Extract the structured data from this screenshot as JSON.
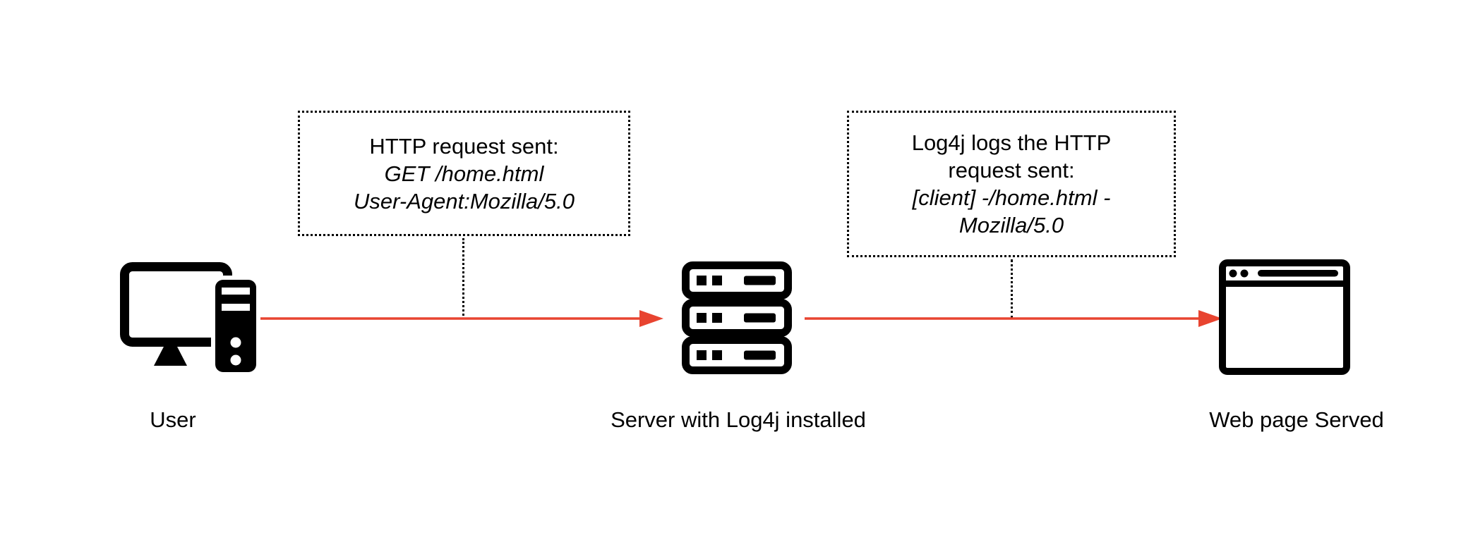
{
  "colors": {
    "icon_black": "#000000",
    "arrow_red": "#e84430",
    "background": "#ffffff"
  },
  "nodes": [
    {
      "id": "user",
      "label": "User",
      "icon": "desktop-computer-icon"
    },
    {
      "id": "server",
      "label": "Server with Log4j installed",
      "icon": "server-rack-icon"
    },
    {
      "id": "webpage",
      "label": "Web page Served",
      "icon": "browser-window-icon"
    }
  ],
  "annotations": [
    {
      "id": "http-request-note",
      "lines": [
        {
          "text": "HTTP request sent:",
          "italic": false
        },
        {
          "text": "GET /home.html",
          "italic": true
        },
        {
          "text": "User-Agent:Mozilla/5.0",
          "italic": true
        }
      ]
    },
    {
      "id": "log4j-log-note",
      "lines": [
        {
          "text": "Log4j logs the HTTP",
          "italic": false
        },
        {
          "text": "request sent:",
          "italic": false
        },
        {
          "text": "[client] -/home.html -",
          "italic": true
        },
        {
          "text": "Mozilla/5.0",
          "italic": true
        }
      ]
    }
  ],
  "connections": [
    {
      "from": "user",
      "to": "server",
      "style": "red-arrow"
    },
    {
      "from": "server",
      "to": "webpage",
      "style": "red-arrow"
    }
  ]
}
